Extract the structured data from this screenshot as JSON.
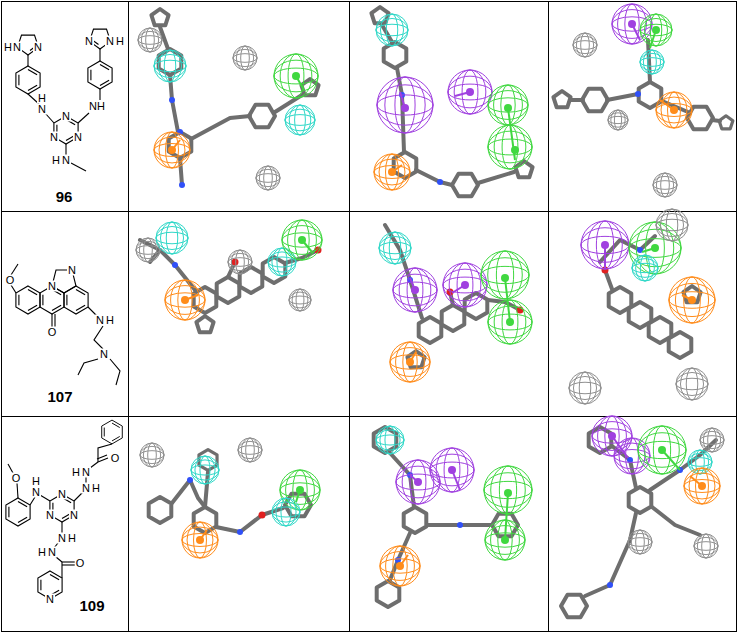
{
  "diagram": {
    "labels": [
      "N",
      "H",
      "N",
      "N",
      "N",
      "H",
      "NH",
      "H",
      "N",
      "N",
      "N",
      "N",
      "H",
      "N",
      "96",
      "N",
      "N",
      "O",
      "H",
      "N",
      "O",
      "N",
      "107",
      "O",
      "H",
      "N",
      "O",
      "H",
      "N",
      "N",
      "H",
      "N",
      "N",
      "N",
      "N",
      "H",
      "H",
      "N",
      "O",
      "N",
      "109"
    ]
  }
}
